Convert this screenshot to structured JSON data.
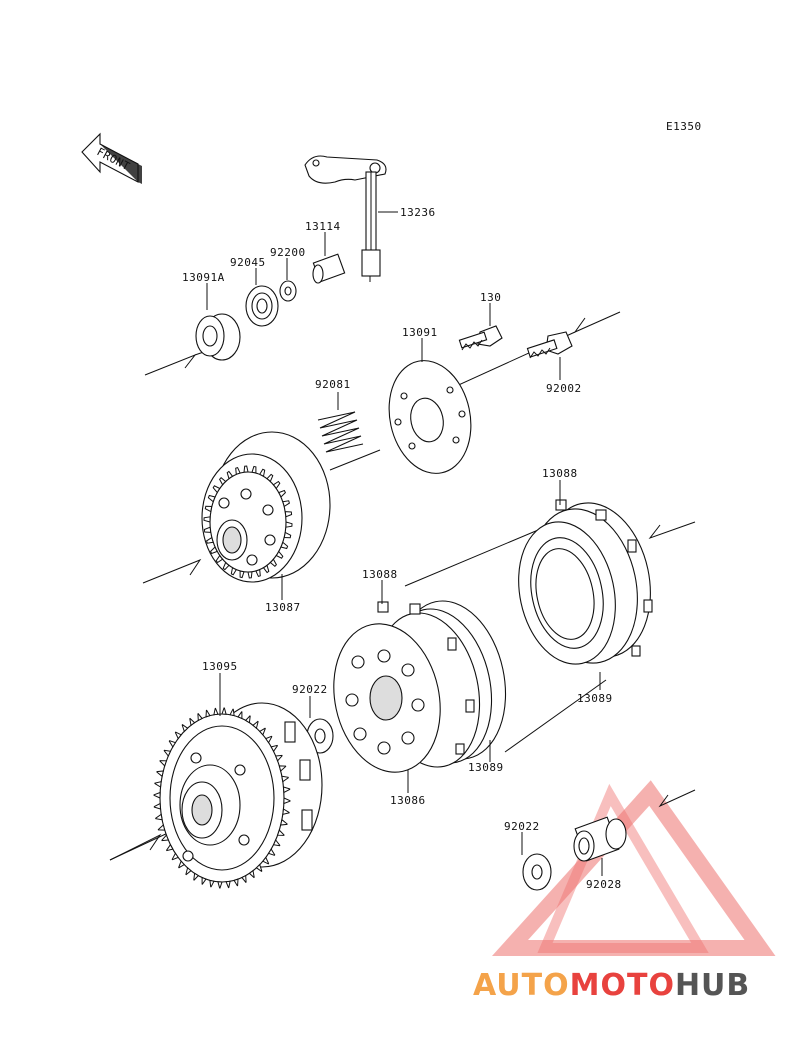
{
  "diagram_code": "E1350",
  "front_label": "FRONT",
  "brand": {
    "part1": "AUTO",
    "part2": "MOTO",
    "part3": "HUB",
    "color1": "#f4a34a",
    "color2": "#e8423e",
    "color3": "#555555"
  },
  "parts": {
    "p13236": "13236",
    "p13114": "13114",
    "p92200": "92200",
    "p92045": "92045",
    "p13091A": "13091A",
    "p130": "130",
    "p13091": "13091",
    "p92002": "92002",
    "p92081": "92081",
    "p13087": "13087",
    "p13088a": "13088",
    "p13088b": "13088",
    "p13089a": "13089",
    "p13089b": "13089",
    "p13095": "13095",
    "p92022a": "92022",
    "p13086": "13086",
    "p92022b": "92022",
    "p92028": "92028"
  }
}
